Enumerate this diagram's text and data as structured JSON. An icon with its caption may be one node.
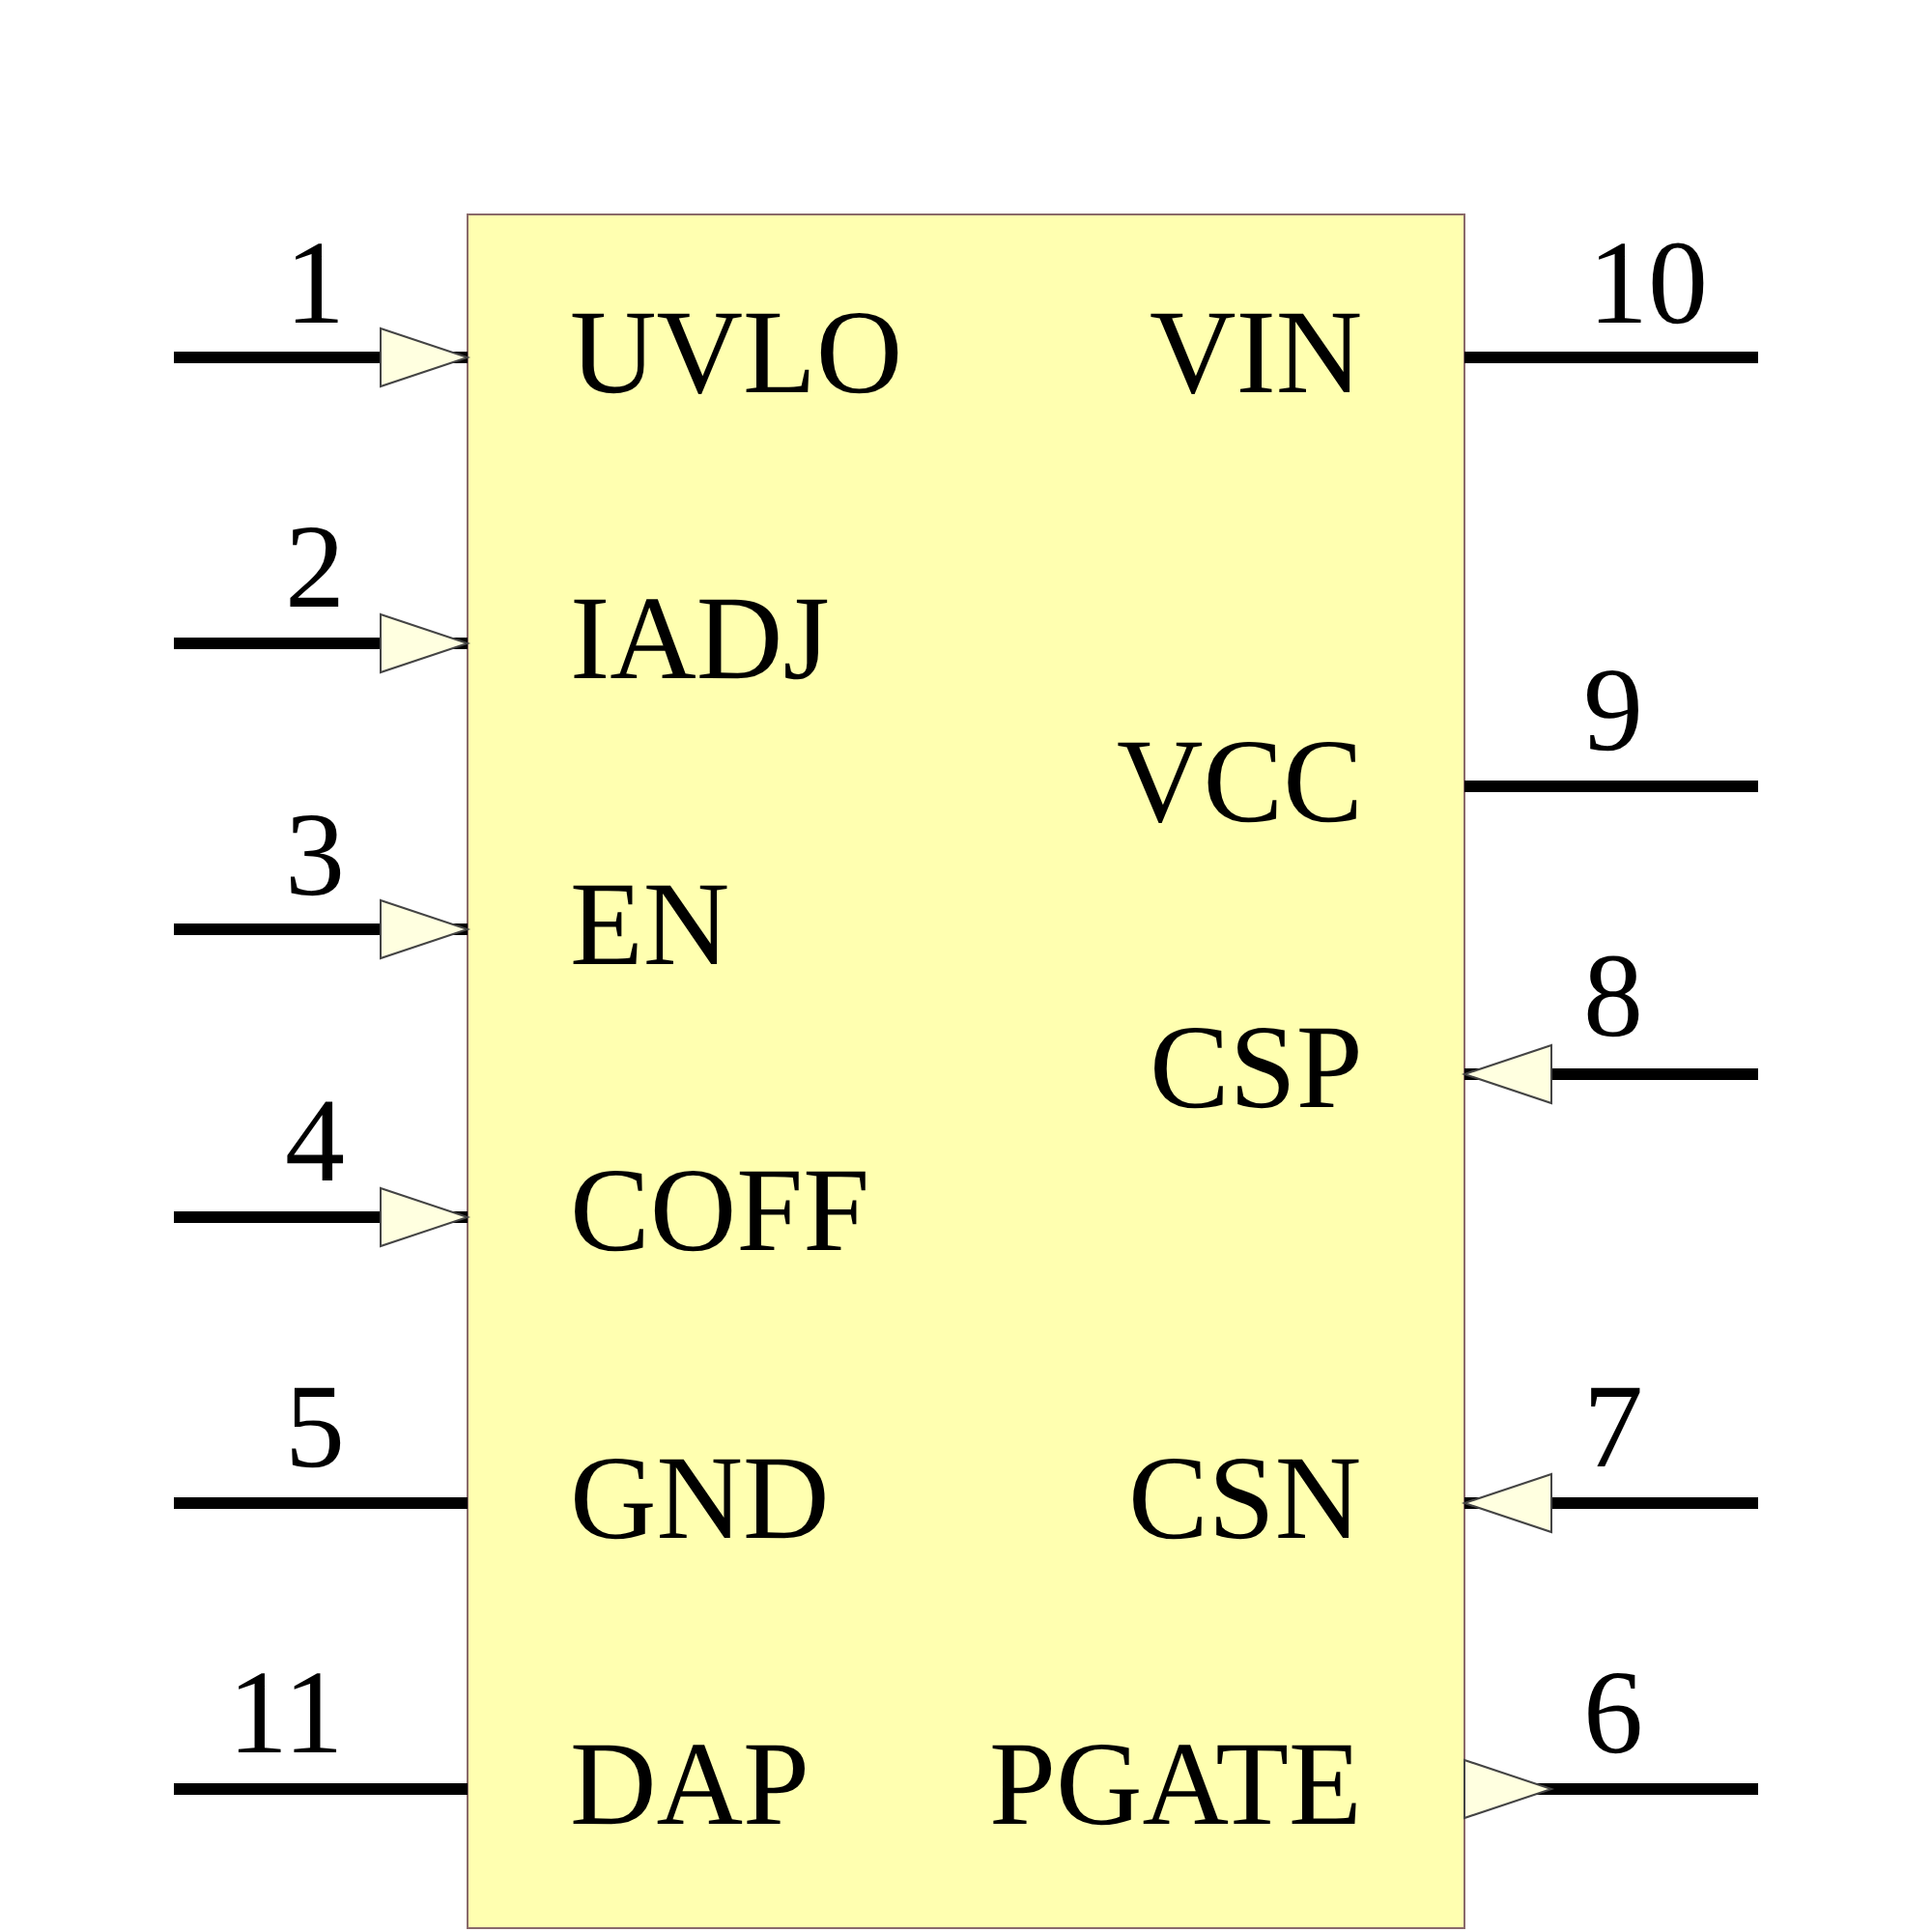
{
  "diagram": {
    "labels": [
      "1",
      "UVLO",
      "10",
      "VIN",
      "2",
      "IADJ",
      "9",
      "VCC",
      "3",
      "EN",
      "8",
      "CSP",
      "4",
      "COFF",
      "5",
      "GND",
      "7",
      "CSN",
      "11",
      "DAP",
      "6",
      "PGATE"
    ]
  }
}
